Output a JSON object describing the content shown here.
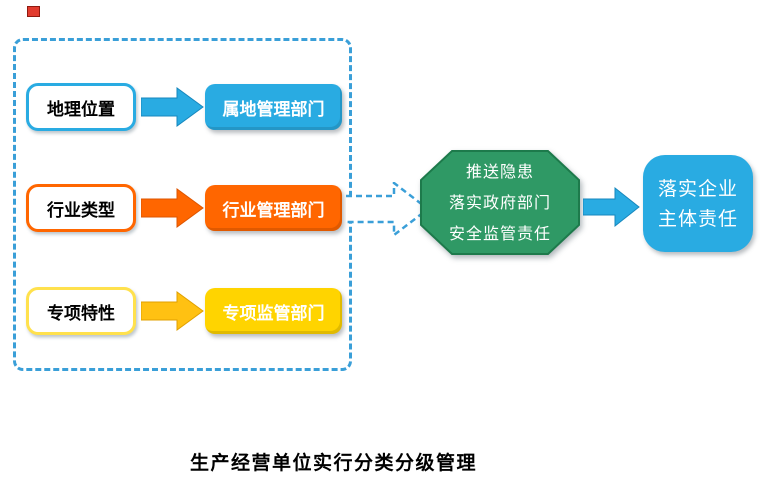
{
  "page": {
    "background": "#ffffff",
    "caption": "生产经营单位实行分类分级管理"
  },
  "artifact_marker": {
    "color": "#e23b2e"
  },
  "classification_panel": {
    "border_color": "#3a9fd8",
    "rows": [
      {
        "criterion": "地理位置",
        "department": "属地管理部门",
        "accent": "#29abe2",
        "arrow_color": "#29abe2"
      },
      {
        "criterion": "行业类型",
        "department": "行业管理部门",
        "accent": "#ff6600",
        "arrow_color": "#ff6600"
      },
      {
        "criterion": "专项特性",
        "department": "专项监管部门",
        "accent": "#ffd400",
        "arrow_color": "#ffc112"
      }
    ]
  },
  "flow": {
    "dashed_arrow_color": "#3a9fd8",
    "government_node": {
      "fill": "#2f9965",
      "border": "#1d7a4b",
      "lines": [
        "推送隐患",
        "落实政府部门",
        "安全监管责任"
      ]
    },
    "connector_color": "#29abe2",
    "enterprise_node": {
      "fill": "#29abe2",
      "lines": [
        "落实企业",
        "主体责任"
      ]
    }
  }
}
